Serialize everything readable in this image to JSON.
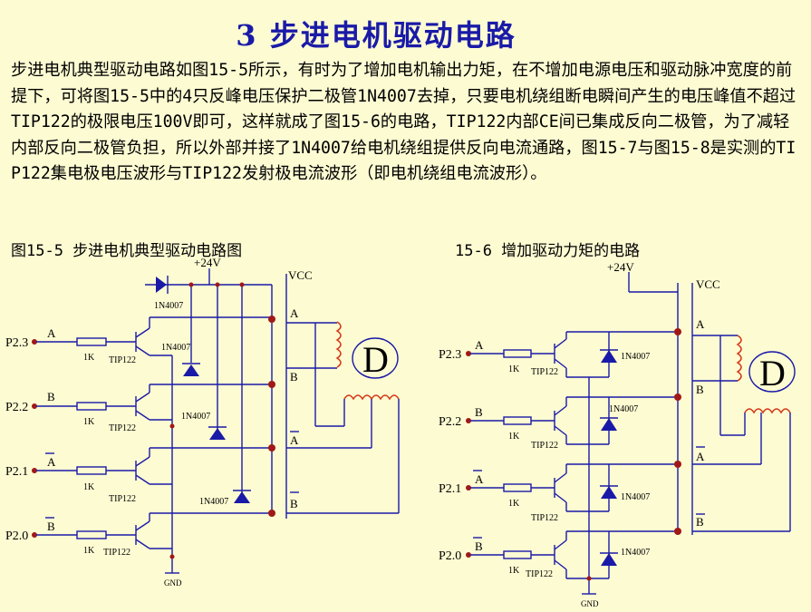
{
  "title": "3 步进电机驱动电路",
  "paragraph": "步进电机典型驱动电路如图15-5所示，有时为了增加电机输出力矩，在不增加电源电压和驱动脉冲宽度的前提下，可将图15-5中的4只反峰电压保护二极管1N4007去掉，只要电机绕组断电瞬间产生的电压峰值不超过TIP122的极限电压100V即可，这样就成了图15-6的电路，TIP122内部CE间已集成反向二极管，为了减轻内部反向二极管负担，所以外部并接了1N4007给电机绕组提供反向电流通路，图15-7与图15-8是实测的TIP122集电极电压波形与TIP122发射极电流波形（即电机绕组电流波形）。",
  "caption_left": "图15-5  步进电机典型驱动电路图",
  "caption_right": "15-6 增加驱动力矩的电路",
  "left": {
    "supply": "+24V",
    "vcc": "VCC",
    "gnd": "GND",
    "motor": "D",
    "diode_top": "1N4007",
    "diodes": [
      "1N4007",
      "1N4007",
      "1N4007"
    ],
    "ports": [
      "P2.3",
      "P2.2",
      "P2.1",
      "P2.0"
    ],
    "phases": [
      "A",
      "B",
      "A",
      "B"
    ],
    "resistors": [
      "1K",
      "1K",
      "1K",
      "1K"
    ],
    "transistors": [
      "TIP122",
      "TIP122",
      "TIP122",
      "TIP122"
    ],
    "terminals": [
      "A",
      "B",
      "A",
      "B"
    ]
  },
  "right": {
    "supply": "+24V",
    "vcc": "VCC",
    "gnd": "GND",
    "motor": "D",
    "diodes": [
      "1N4007",
      "1N4007",
      "1N4007",
      "1N4007"
    ],
    "ports": [
      "P2.3",
      "P2.2",
      "P2.1",
      "P2.0"
    ],
    "phases": [
      "A",
      "B",
      "A",
      "B"
    ],
    "resistors": [
      "1K",
      "1K",
      "1K",
      "1K"
    ],
    "transistors": [
      "TIP122",
      "TIP122",
      "TIP122",
      "TIP122"
    ],
    "terminals": [
      "A",
      "B",
      "A",
      "B"
    ]
  }
}
